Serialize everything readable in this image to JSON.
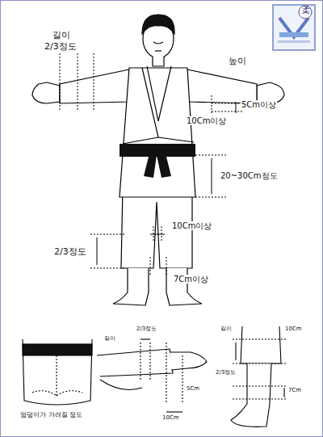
{
  "diagram": {
    "labels": [
      "길이",
      "2/3정도",
      "높이",
      "5Cm이상",
      "10Cm이상",
      "20~30Cm정도",
      "10Cm이상",
      "2/3정도",
      "7Cm이상",
      "엉덩이가 가려질 정도",
      "길이",
      "2/3정도",
      "5Cm",
      "10Cm",
      "길이",
      "10Cm",
      "2/3정도",
      "7Cm",
      "柔"
    ]
  }
}
